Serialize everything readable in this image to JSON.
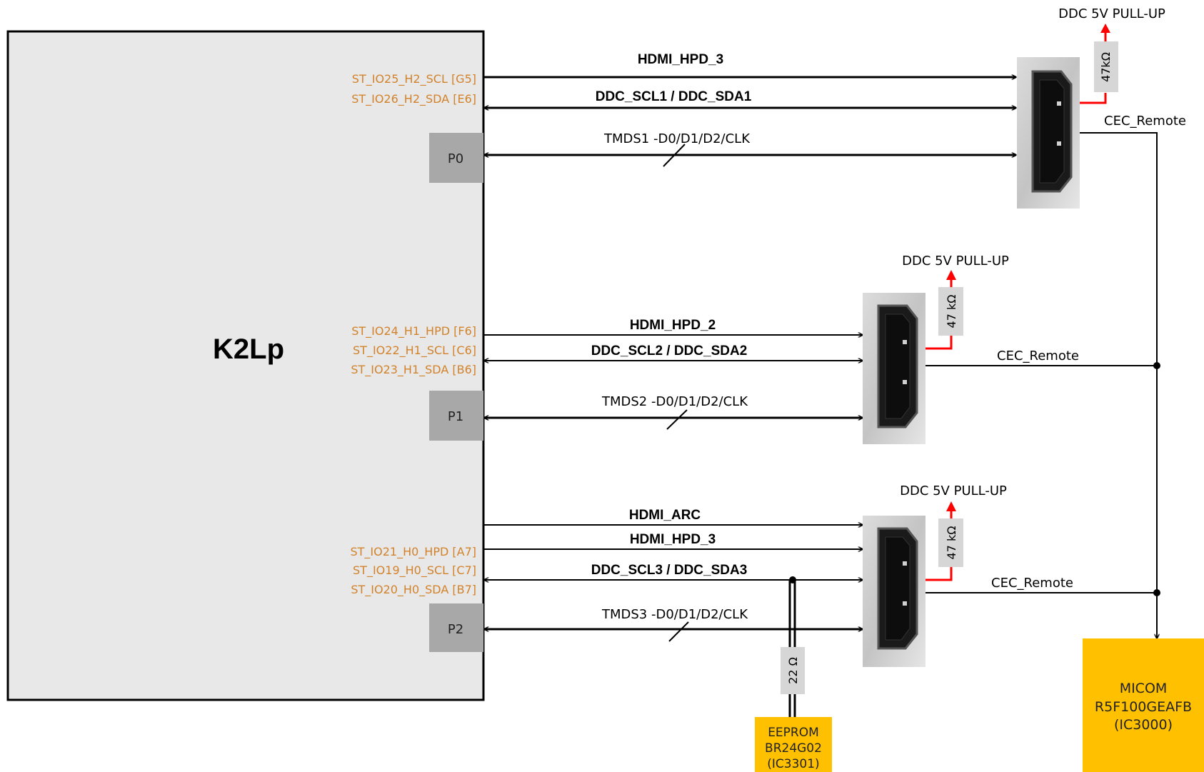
{
  "soc": {
    "label": "K2Lp"
  },
  "ports": [
    "P0",
    "P1",
    "P2"
  ],
  "pins": {
    "g1": [
      "ST_IO25_H2_SCL [G5]",
      "ST_IO26_H2_SDA  [E6]"
    ],
    "g2": [
      "ST_IO24_H1_HPD [F6]",
      "ST_IO22_H1_SCL [C6]",
      "ST_IO23_H1_SDA  [B6]"
    ],
    "g3": [
      "ST_IO21_H0_HPD [A7]",
      "ST_IO19_H0_SCL [C7]",
      "ST_IO20_H0_SDA  [B7]"
    ]
  },
  "signals": {
    "hpd3_top": "HDMI_HPD_3",
    "ddc1": "DDC_SCL1 / DDC_SDA1",
    "tmds1": "TMDS1 -D0/D1/D2/CLK",
    "hpd2": "HDMI_HPD_2",
    "ddc2": "DDC_SCL2 / DDC_SDA2",
    "tmds2": "TMDS2 -D0/D1/D2/CLK",
    "arc": "HDMI_ARC",
    "hpd3": "HDMI_HPD_3",
    "ddc3": "DDC_SCL3 / DDC_SDA3",
    "tmds3": "TMDS3 -D0/D1/D2/CLK"
  },
  "pullup": "DDC 5V PULL-UP",
  "resistors": {
    "r1": "47kΩ",
    "r2": "47 kΩ",
    "r3": "47 kΩ",
    "r_eeprom": "22 Ω"
  },
  "cec": "CEC_Remote",
  "eeprom": [
    "EEPROM",
    "BR24G02",
    "(IC3301)"
  ],
  "micom": [
    "MICOM",
    "R5F100GEAFB",
    "(IC3000)"
  ],
  "colors": {
    "pin_text": "#d2822a",
    "pullup_arrow": "#ff0000",
    "chip_fill": "#ffc000",
    "soc_fill": "#e8e8e8",
    "port_fill": "#a8a8a8",
    "resistor_fill": "#d6d6d6"
  }
}
